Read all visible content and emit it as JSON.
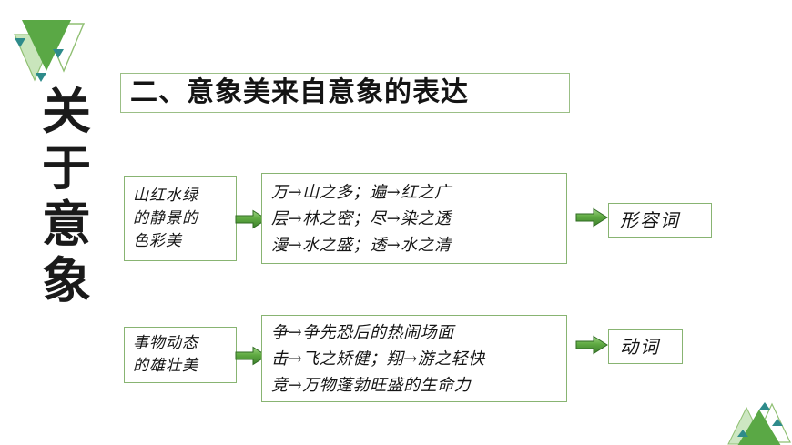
{
  "slide": {
    "background_color": "#ffffff",
    "accent_color": "#4caf50",
    "box_border_color": "#88b472",
    "text_color": "#151515"
  },
  "sidebar": {
    "vertical_title": "关\n于\n意\n象"
  },
  "heading": {
    "text": "二、意象美来自意象的表达"
  },
  "decorations": {
    "top_left_icon": "downward-triangles-cluster-icon",
    "bottom_right_icon": "upward-triangles-cluster-icon"
  },
  "flow": {
    "rows": [
      {
        "id": "row-adjective",
        "left_node": {
          "lines": [
            "山红水绿",
            "的静景的",
            "色彩美"
          ]
        },
        "arrow_1": {
          "icon": "right-block-arrow-icon"
        },
        "middle_node": {
          "lines": [
            "万→山之多；遍→红之广",
            "层→林之密；尽→染之透",
            "漫→水之盛；透→水之清"
          ]
        },
        "arrow_2": {
          "icon": "right-block-arrow-icon"
        },
        "right_node": {
          "lines": [
            "形容词"
          ]
        }
      },
      {
        "id": "row-verb",
        "left_node": {
          "lines": [
            "事物动态",
            "的雄壮美"
          ]
        },
        "arrow_1": {
          "icon": "right-block-arrow-icon"
        },
        "middle_node": {
          "lines": [
            "争→争先恐后的热闹场面",
            "击→飞之矫健；翔→游之轻快",
            "竞→万物蓬勃旺盛的生命力"
          ]
        },
        "arrow_2": {
          "icon": "right-block-arrow-icon"
        },
        "right_node": {
          "lines": [
            "动词"
          ]
        }
      }
    ]
  }
}
